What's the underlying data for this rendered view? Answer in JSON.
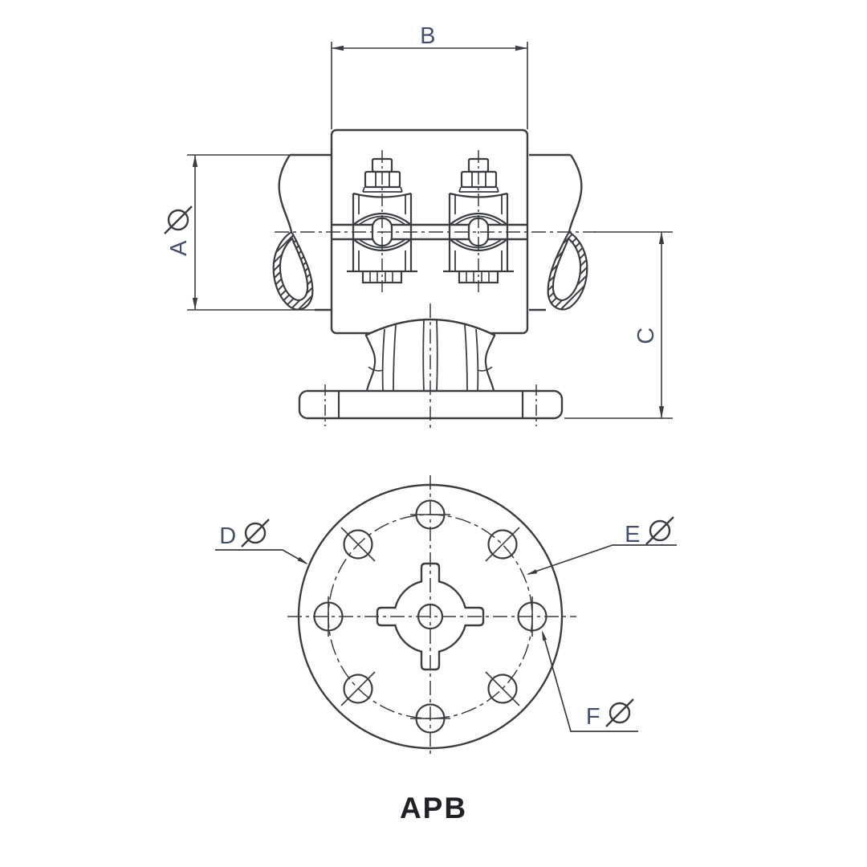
{
  "caption": "APB",
  "symbols": {
    "diameter": "Ø"
  },
  "dimension_labels": {
    "a": "A",
    "b": "B",
    "c": "C",
    "d": "D",
    "e": "E",
    "f": "F"
  },
  "colors": {
    "line": "#3a3d42",
    "label": "#44506a",
    "caption": "#1f2126",
    "background": "#ffffff"
  }
}
